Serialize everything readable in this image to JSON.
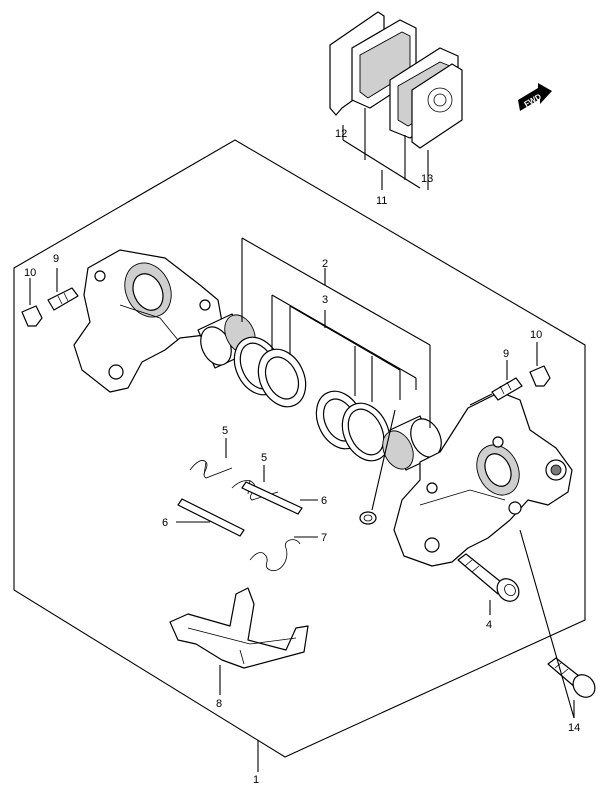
{
  "callouts": {
    "c1": "1",
    "c2": "2",
    "c3": "3",
    "c4": "4",
    "c5a": "5",
    "c5b": "5",
    "c6a": "6",
    "c6b": "6",
    "c7": "7",
    "c8": "8",
    "c9a": "9",
    "c9b": "9",
    "c10a": "10",
    "c10b": "10",
    "c11": "11",
    "c12": "12",
    "c13": "13",
    "c14": "14"
  },
  "fwd_marker": {
    "text": "FWD",
    "icon": "forward-arrow-icon"
  }
}
